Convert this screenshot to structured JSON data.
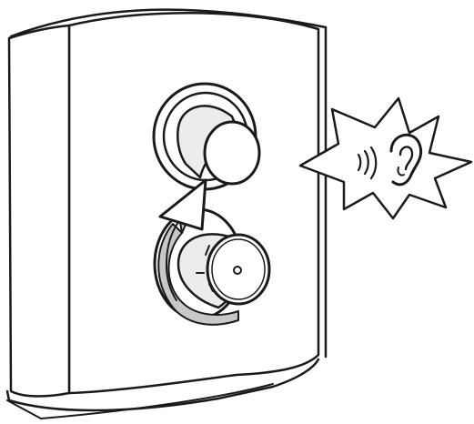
{
  "figure": {
    "kind": "instruction-illustration",
    "line_color": "#1a1a1a",
    "fill_color": "#ffffff",
    "shade_color": "#c8c8c8",
    "parts": [
      {
        "name": "device-body",
        "icon": "appliance-panel"
      },
      {
        "name": "upper-knob",
        "icon": "round-push-button"
      },
      {
        "name": "lower-knob",
        "icon": "rotary-knob"
      },
      {
        "name": "rotation-arrow",
        "icon": "curved-arrow"
      },
      {
        "name": "sound-callout",
        "icon": "starburst-bubble"
      },
      {
        "name": "ear-icon",
        "icon": "ear"
      },
      {
        "name": "sound-waves-icon",
        "icon": "sound-waves"
      }
    ]
  }
}
